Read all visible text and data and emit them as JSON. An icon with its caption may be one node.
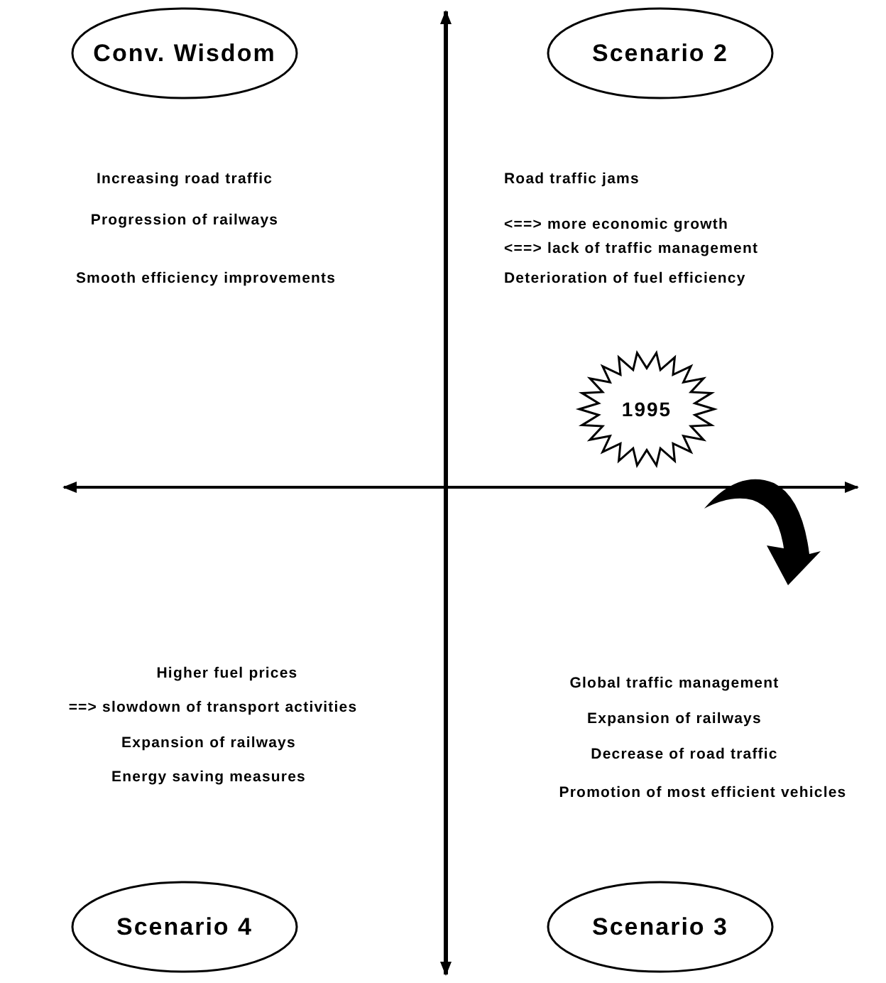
{
  "diagram": {
    "nodes": [
      {
        "text": [
          "Conv. Wisdom"
        ]
      },
      {
        "text": [
          "Scenario 2"
        ]
      },
      {
        "text": [
          "1995"
        ]
      },
      {
        "text": [
          "Scenario 4"
        ]
      },
      {
        "text": [
          "Scenario 3"
        ]
      }
    ],
    "edges": [],
    "labels": [
      "Increasing road traffic",
      "Progression of railways",
      "Smooth efficiency improvements",
      "Road traffic jams",
      "<==> more economic growth",
      "<==> lack of traffic management",
      "Deterioration of fuel efficiency",
      "Higher fuel prices",
      "==> slowdown of transport activities",
      "Expansion of railways",
      "Energy saving measures",
      "Global traffic management",
      "Expansion of railways",
      "Decrease of road traffic",
      "Promotion of most efficient vehicles"
    ]
  }
}
